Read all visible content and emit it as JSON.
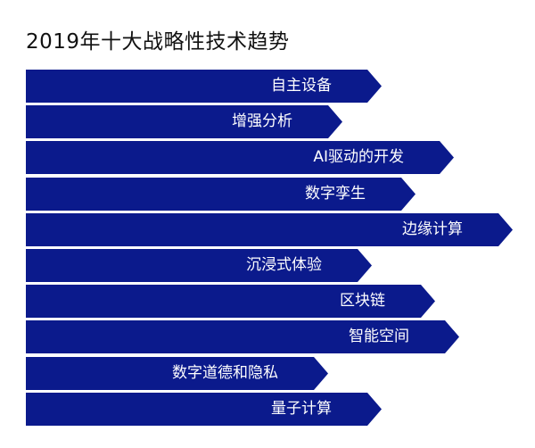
{
  "title": "2019年十大战略性技术趋势",
  "colors": {
    "arrow_fill": "#0b1a8c",
    "label_text": "#ffffff",
    "title_text": "#111111"
  },
  "trends": [
    {
      "label": "自主设备",
      "relative_length": 0.73
    },
    {
      "label": "增强分析",
      "relative_length": 0.65
    },
    {
      "label": "AI驱动的开发",
      "relative_length": 0.88
    },
    {
      "label": "数字孪生",
      "relative_length": 0.8
    },
    {
      "label": "边缘计算",
      "relative_length": 1.0
    },
    {
      "label": "沉浸式体验",
      "relative_length": 0.71
    },
    {
      "label": "区块链",
      "relative_length": 0.84
    },
    {
      "label": "智能空间",
      "relative_length": 0.89
    },
    {
      "label": "数字道德和隐私",
      "relative_length": 0.62
    },
    {
      "label": "量子计算",
      "relative_length": 0.73
    }
  ]
}
